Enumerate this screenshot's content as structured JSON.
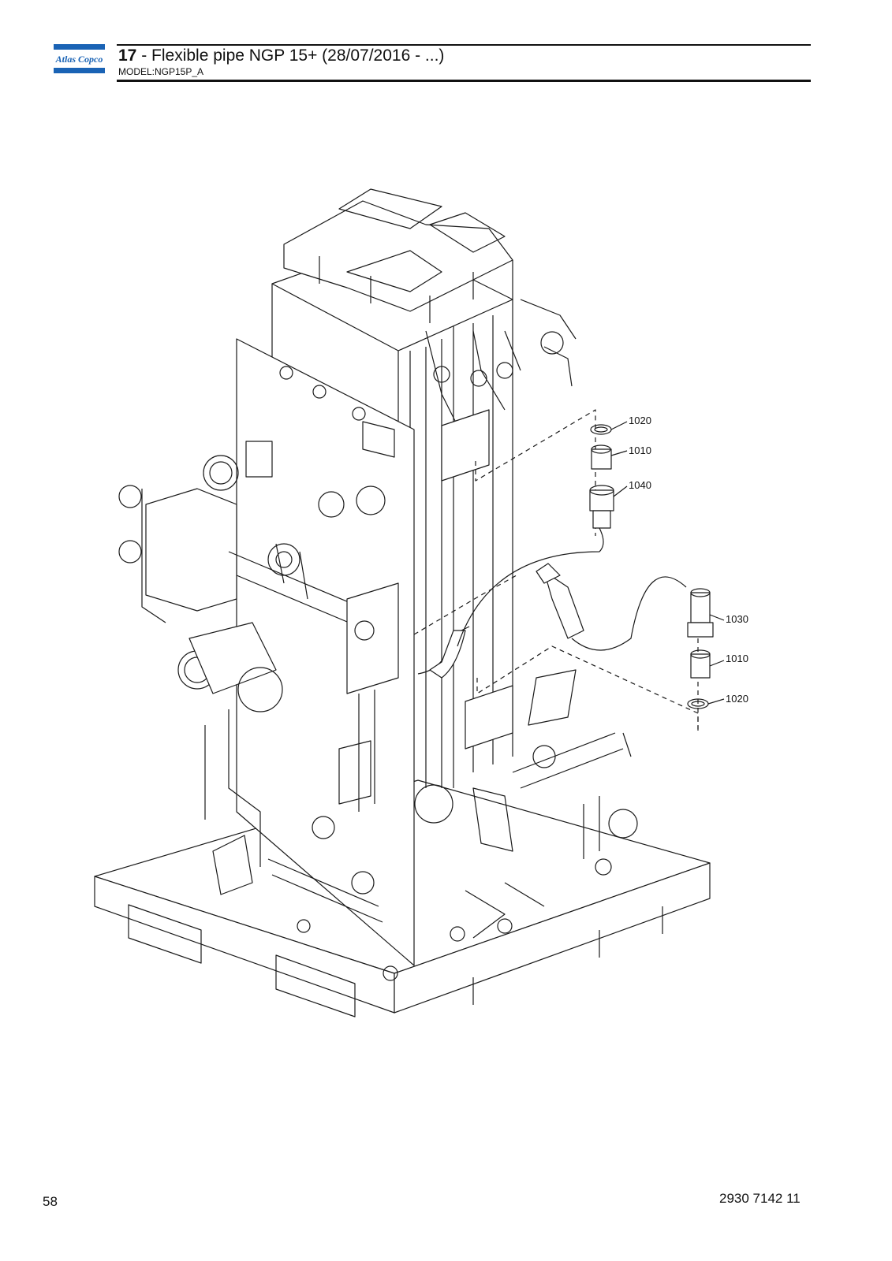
{
  "header": {
    "brand": "Atlas Copco",
    "section_number": "17",
    "title_text": " - Flexible pipe NGP 15+ (28/07/2016 - ...)",
    "model": "MODEL:NGP15P_A"
  },
  "callouts": {
    "c1020_top": "1020",
    "c1010_top": "1010",
    "c1040": "1040",
    "c1030": "1030",
    "c1010_bottom": "1010",
    "c1020_bottom": "1020"
  },
  "footer": {
    "page_number": "58",
    "document_number": "2930 7142 11"
  },
  "colors": {
    "brand_blue": "#1a63b5",
    "line": "#1a1a1a"
  }
}
